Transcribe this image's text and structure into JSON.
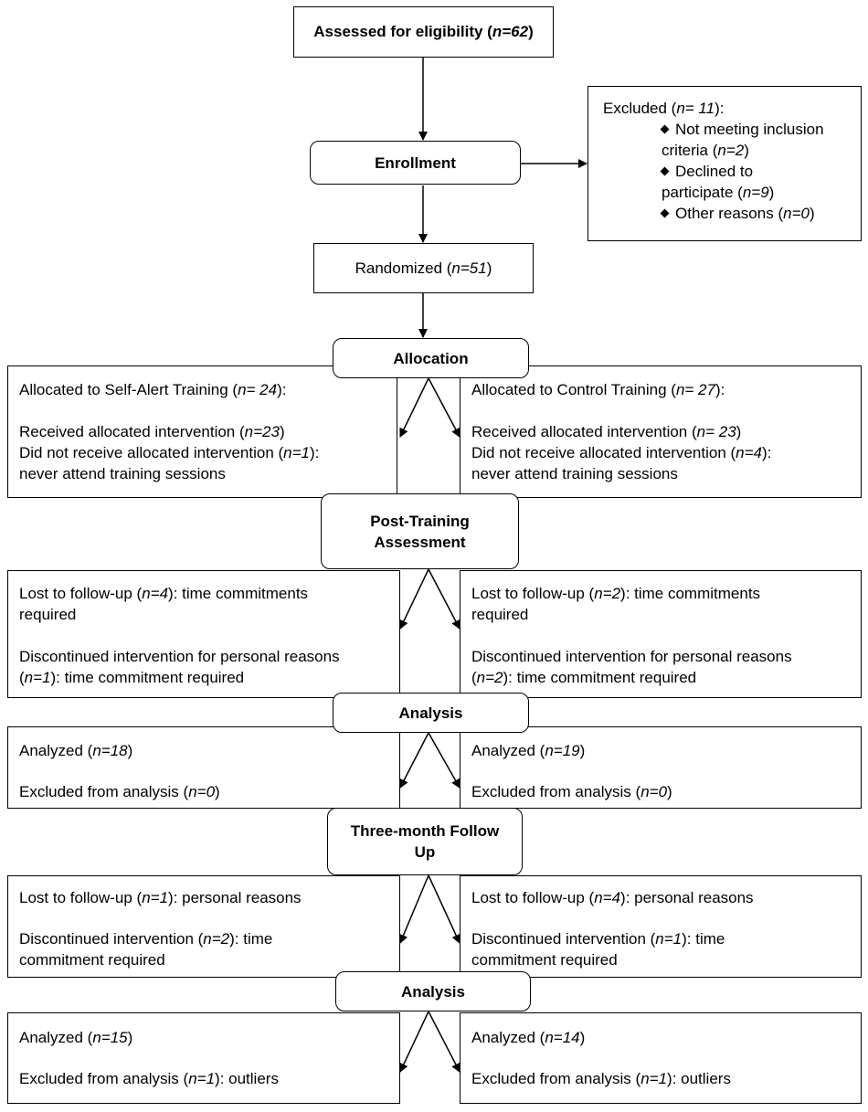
{
  "assessed": {
    "text": "Assessed  for eligibility (",
    "n": "n=62",
    "close": ")"
  },
  "enrollment": {
    "label": "Enrollment"
  },
  "excluded": {
    "title_pre": "Excluded (",
    "title_n": "n= 11",
    "title_post": "):",
    "b1_line1": "Not meeting inclusion",
    "b1_line2_pre": "criteria (",
    "b1_n": "n=2",
    "b1_post": ")",
    "b2_line1": "Declined to",
    "b2_line2_pre": "participate (",
    "b2_n": "n=9",
    "b2_post": ")",
    "b3_pre": "Other reasons (",
    "b3_n": "n=0",
    "b3_post": ")"
  },
  "randomized": {
    "text": "Randomized  (",
    "n": "n=51",
    "close": ")"
  },
  "stages": {
    "allocation": "Allocation",
    "post_training_1": "Post-Training",
    "post_training_2": "Assessment",
    "analysis_1": "Analysis",
    "followup_1": "Three-month Follow",
    "followup_2": "Up",
    "analysis_2": "Analysis"
  },
  "left": {
    "alloc_title_pre": "Allocated to Self-Alert Training  (",
    "alloc_title_n": "n= 24",
    "alloc_title_post": "):",
    "alloc_recv_pre": "Received  allocated intervention  (",
    "alloc_recv_n": "n=23",
    "alloc_recv_post": ")",
    "alloc_notrecv_pre": "Did not receive allocated intervention  (",
    "alloc_notrecv_n": "n=1",
    "alloc_notrecv_post": "):",
    "alloc_never": "never  attend training sessions",
    "post_lost_pre": "Lost to follow-up  (",
    "post_lost_n": "n=4",
    "post_lost_post": "): time commitments",
    "post_lost_2": "required",
    "post_disc_1": "Discontinued intervention  for personal reasons",
    "post_disc_2_pre": "(",
    "post_disc_2_n": "n=1",
    "post_disc_2_post": "): time commitment required",
    "an1_pre": "Analyzed (",
    "an1_n": "n=18",
    "an1_post": ")",
    "an1_excl_pre": "Excluded from analysis (",
    "an1_excl_n": "n=0",
    "an1_excl_post": ")",
    "fu_lost_pre": "Lost to follow-up  (",
    "fu_lost_n": "n=1",
    "fu_lost_post": "):  personal reasons",
    "fu_disc_pre": "Discontinued intervention  (",
    "fu_disc_n": "n=2",
    "fu_disc_post": "): time",
    "fu_disc_2": "commitment required",
    "an2_pre": "Analyzed (",
    "an2_n": "n=15",
    "an2_post": ")",
    "an2_excl_pre": "Excluded from analysis (",
    "an2_excl_n": "n=1",
    "an2_excl_post": "):  outliers"
  },
  "right": {
    "alloc_title_pre": "Allocated to Control Training  (",
    "alloc_title_n": "n= 27",
    "alloc_title_post": "):",
    "alloc_recv_pre": "Received  allocated intervention  (",
    "alloc_recv_n": "n= 23",
    "alloc_recv_post": ")",
    "alloc_notrecv_pre": "Did not receive allocated intervention  (",
    "alloc_notrecv_n": "n=4",
    "alloc_notrecv_post": "):",
    "alloc_never": "never  attend training sessions",
    "post_lost_pre": "Lost to follow-up  (",
    "post_lost_n": "n=2",
    "post_lost_post": "): time commitments",
    "post_lost_2": "required",
    "post_disc_1": "Discontinued intervention  for personal reasons",
    "post_disc_2_pre": "(",
    "post_disc_2_n": "n=2",
    "post_disc_2_post": "): time commitment required",
    "an1_pre": "Analyzed (",
    "an1_n": "n=19",
    "an1_post": ")",
    "an1_excl_pre": "Excluded from analysis (",
    "an1_excl_n": "n=0",
    "an1_excl_post": ")",
    "fu_lost_pre": "Lost to follow-up  (",
    "fu_lost_n": "n=4",
    "fu_lost_post": "):  personal reasons",
    "fu_disc_pre": "Discontinued intervention  (",
    "fu_disc_n": "n=1",
    "fu_disc_post": "): time",
    "fu_disc_2": "commitment required",
    "an2_pre": "Analyzed (",
    "an2_n": "n=14",
    "an2_post": ")",
    "an2_excl_pre": "Excluded from analysis (",
    "an2_excl_n": "n=1",
    "an2_excl_post": "):  outliers"
  }
}
